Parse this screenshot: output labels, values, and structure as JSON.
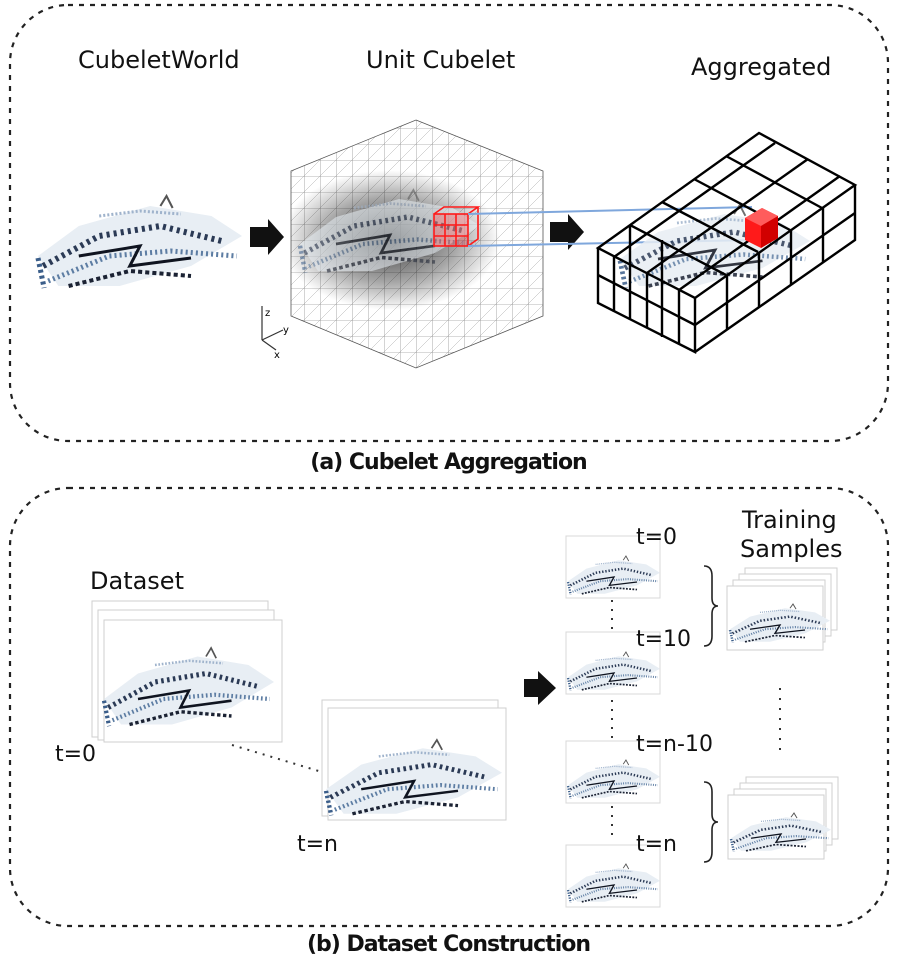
{
  "panel_a": {
    "label_world": "CubeletWorld",
    "label_unit": "Unit Cubelet",
    "label_aggregated": "Aggregated",
    "axes": {
      "z": "z",
      "y": "y",
      "x": "x"
    },
    "caption": "(a) Cubelet Aggregation"
  },
  "panel_b": {
    "label_dataset": "Dataset",
    "label_t0_left": "t=0",
    "label_tn_left": "t=n",
    "frame_labels": [
      "t=0",
      "t=10",
      "t=n-10",
      "t=n"
    ],
    "label_training_1": "Training",
    "label_training_2": "Samples",
    "caption": "(b) Dataset Construction"
  },
  "colors": {
    "cube_highlight": "#ff1a1a",
    "connector": "#7fa7dc",
    "arrow": "#111111"
  }
}
